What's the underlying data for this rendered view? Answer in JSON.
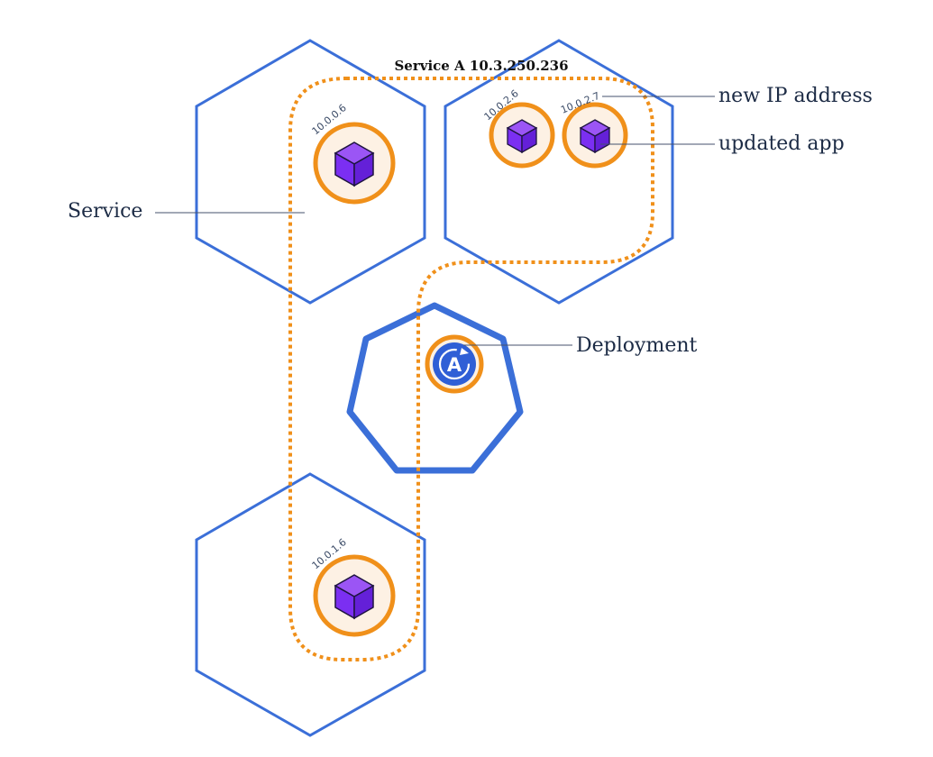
{
  "diagram": {
    "service_title": "Service A 10.3.250.236",
    "labels": {
      "service": "Service",
      "new_ip": "new IP address",
      "updated_app": "updated app",
      "deployment": "Deployment"
    },
    "pods": [
      {
        "ip": "10.0.0.6"
      },
      {
        "ip": "10.0.2.6"
      },
      {
        "ip": "10.0.2.7"
      },
      {
        "ip": "10.0.1.6"
      }
    ],
    "deployment_icon_letter": "A",
    "colors": {
      "node_stroke": "#3b6fd8",
      "service_outline": "#f0901a",
      "pod_cube": "#7b2ff2",
      "deployment_fill": "#2f5fd6"
    }
  }
}
